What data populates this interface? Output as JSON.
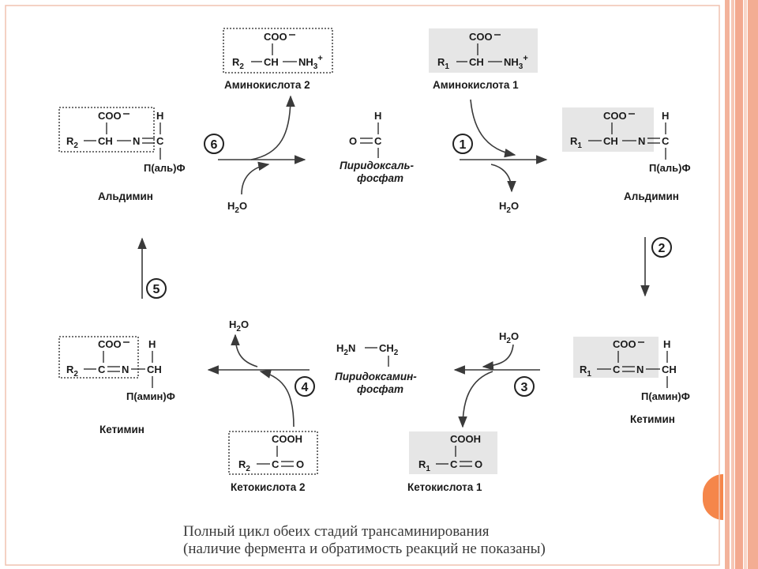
{
  "diagram": {
    "compounds": {
      "aminoacid2": "Аминокислота 2",
      "aminoacid1": "Аминокислота 1",
      "aldimin_left": "Альдимин",
      "aldimin_right": "Альдимин",
      "ketimin_left": "Кетимин",
      "ketimin_right": "Кетимин",
      "ketoacid2": "Кетокислота 2",
      "ketoacid1": "Кетокислота 1",
      "plp_line1": "Пиридоксаль-",
      "plp_line2": "фосфат",
      "pmp_line1": "Пиридоксамин-",
      "pmp_line2": "фосфат"
    },
    "groups": {
      "coo": "COO",
      "cooh": "COOH",
      "ch": "CH",
      "c": "C",
      "n": "N",
      "h": "H",
      "o": "O",
      "nh": "NH",
      "r": "R",
      "h2n": "H",
      "ch2": "CH",
      "pal": "П(аль)Ф",
      "pamin": "П(амин)Ф",
      "water": "H",
      "water_o": "O"
    },
    "steps": [
      "1",
      "2",
      "3",
      "4",
      "5",
      "6"
    ]
  },
  "caption": {
    "line1": "Полный цикл обеих стадий трансаминирования",
    "line2": "(наличие фермента и обратимость реакций не показаны)"
  },
  "colors": {
    "stripe_dark": "#f3a98f",
    "stripe_light": "#fbd3c4",
    "accent_circle": "#f5864a",
    "frame": "#f1c2b0",
    "gray_box": "#e6e6e6"
  }
}
